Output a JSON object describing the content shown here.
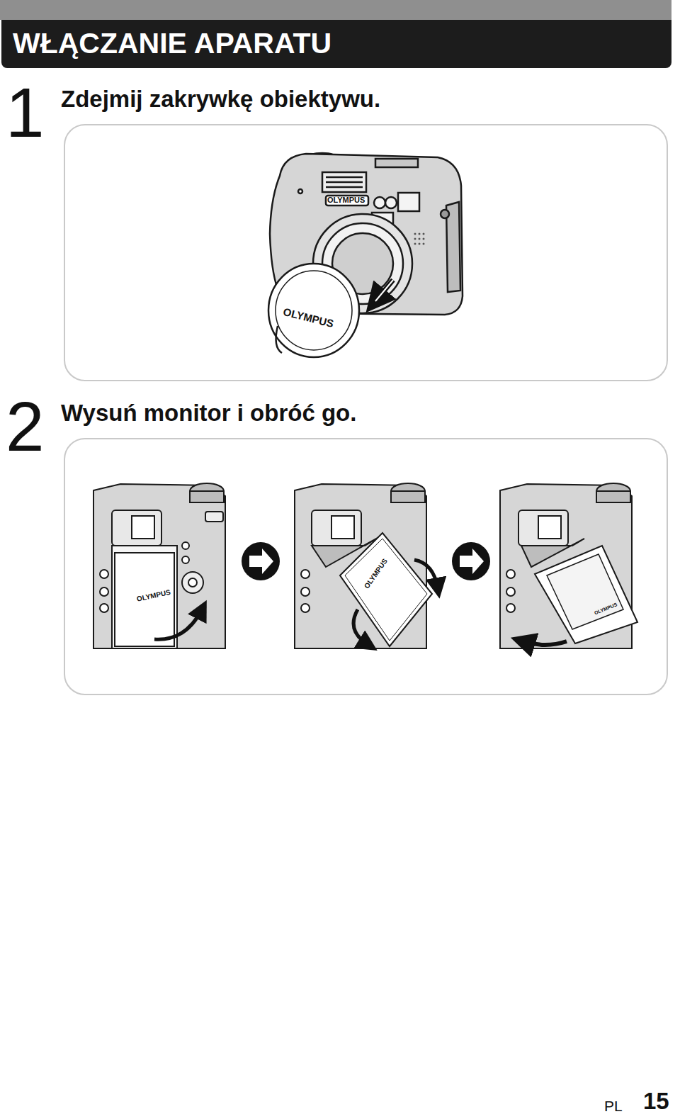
{
  "diagram": {
    "title": "WŁĄCZANIE APARATU",
    "nodes": [
      {
        "text": [
          "Zdejmij zakrywkę obiektywu."
        ]
      },
      {
        "text": [
          "Wysuń monitor i obróć go."
        ]
      }
    ],
    "labels": [
      "1",
      "OLYMPUS",
      "OLYMPUS",
      "2",
      "OLYMPUS",
      "OLYMPUS",
      "OLYMPUS",
      "PL",
      "15"
    ]
  }
}
